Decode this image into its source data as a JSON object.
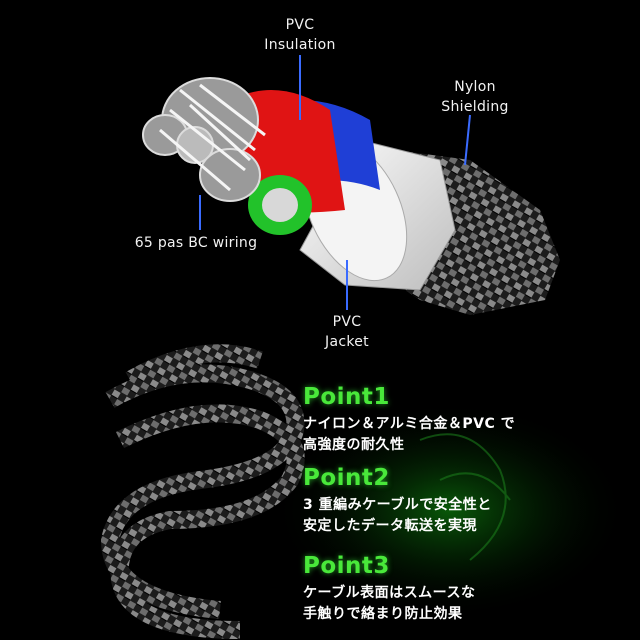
{
  "labels": {
    "pvc_insulation_1": "PVC",
    "pvc_insulation_2": "Insulation",
    "nylon_1": "Nylon",
    "nylon_2": "Shielding",
    "wiring": "65 pas BC wiring",
    "pvc_jacket_1": "PVC",
    "pvc_jacket_2": "Jacket"
  },
  "points": [
    {
      "title": "Point1",
      "line1": "ナイロン＆アルミ合金＆PVC で",
      "line2": "高強度の耐久性"
    },
    {
      "title": "Point2",
      "line1": "3 重編みケーブルで安全性と",
      "line2": "安定したデータ転送を実現"
    },
    {
      "title": "Point3",
      "line1": "ケーブル表面はスムースな",
      "line2": "手触りで絡まり防止効果"
    }
  ],
  "colors": {
    "background": "#000000",
    "accent_green": "#49e83a",
    "insulation_red": "#e01414",
    "insulation_blue": "#1f3fd6",
    "insulation_green": "#22c22a",
    "jacket_white": "#e8e8e8",
    "callout_blue": "#3a6bff"
  }
}
